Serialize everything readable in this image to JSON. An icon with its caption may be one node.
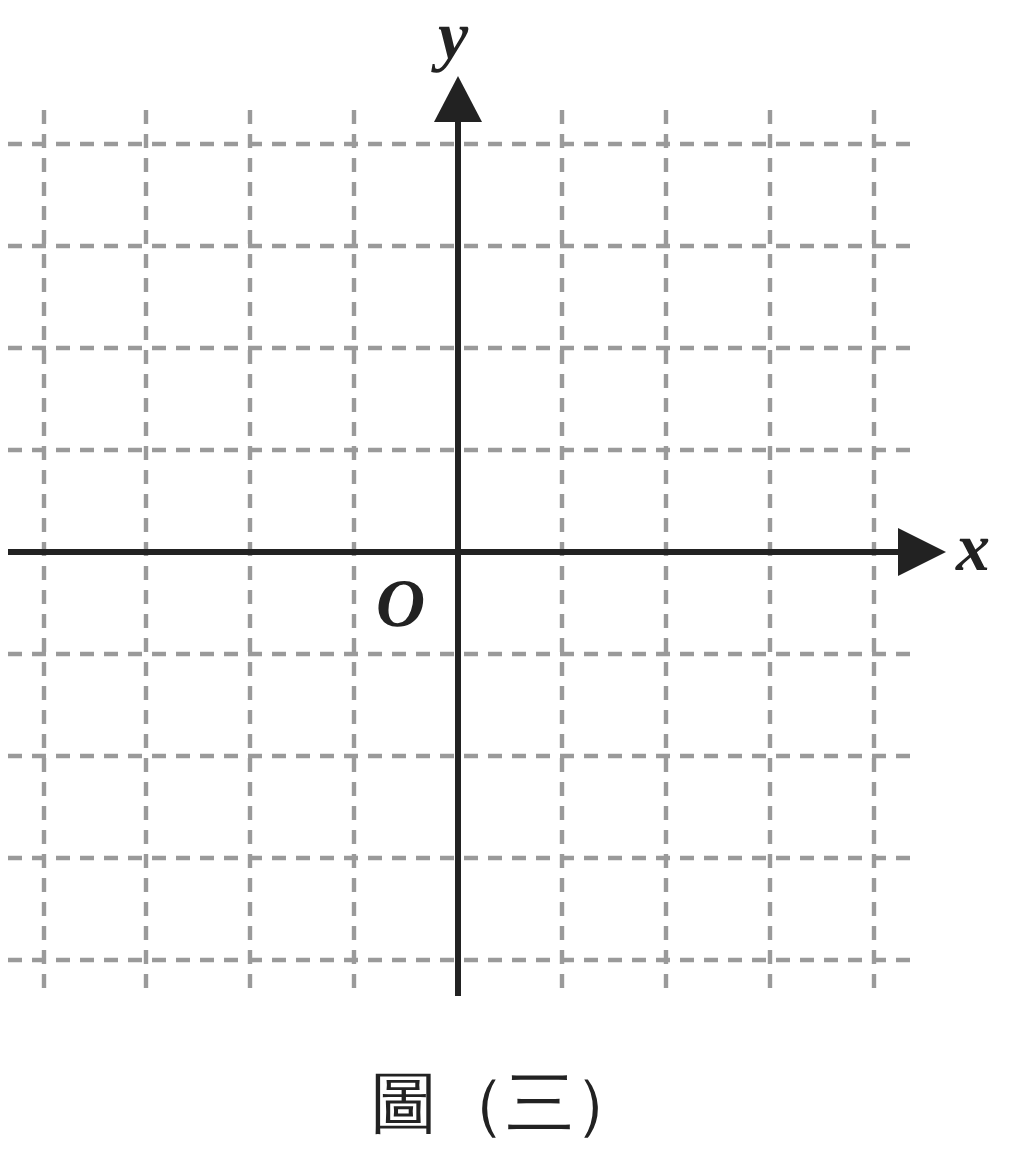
{
  "diagram": {
    "caption": "圖（三）",
    "labels": [
      "y",
      "x",
      "O"
    ]
  }
}
